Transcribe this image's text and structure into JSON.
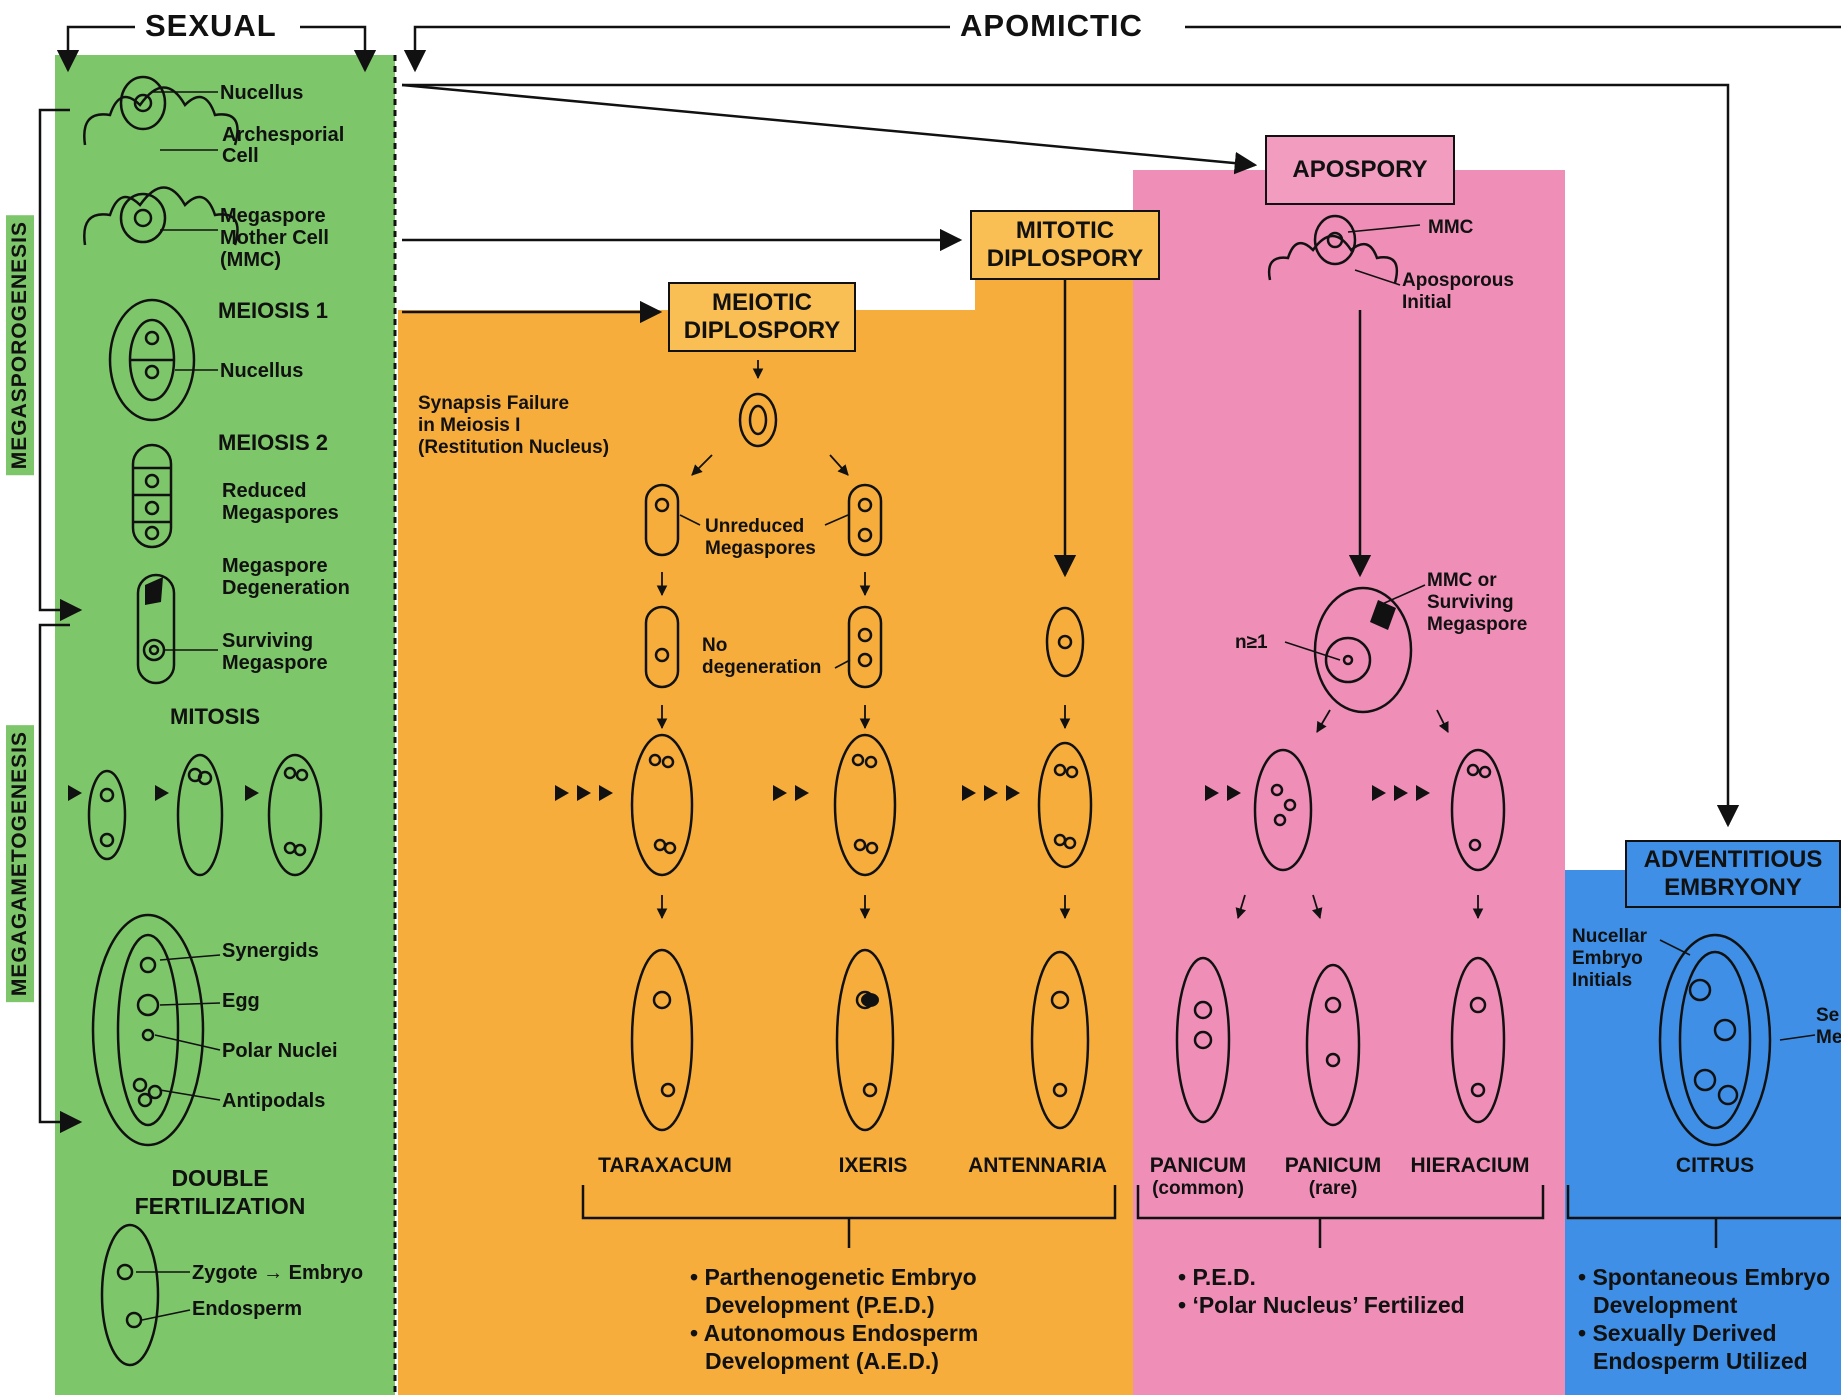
{
  "headers": {
    "sexual": "SEXUAL",
    "apomictic": "APOMICTIC"
  },
  "side_labels": {
    "megasporogenesis": "MEGASPOROGENESIS",
    "megagametogenesis": "MEGAGAMETOGENESIS"
  },
  "sexual": {
    "nucellus_1": "Nucellus",
    "archesporial_1": "Archesporial",
    "archesporial_2": "Cell",
    "mmc_1": "Megaspore",
    "mmc_2": "Mother Cell",
    "mmc_3": "(MMC)",
    "meiosis1": "MEIOSIS 1",
    "nucellus_2": "Nucellus",
    "meiosis2": "MEIOSIS 2",
    "reduced_1": "Reduced",
    "reduced_2": "Megaspores",
    "degen_1": "Megaspore",
    "degen_2": "Degeneration",
    "surv_1": "Surviving",
    "surv_2": "Megaspore",
    "mitosis": "MITOSIS",
    "synergids": "Synergids",
    "egg": "Egg",
    "polar": "Polar Nuclei",
    "antipodals": "Antipodals",
    "df_1": "DOUBLE",
    "df_2": "FERTILIZATION",
    "zygote": "Zygote → Embryo",
    "endosperm": "Endosperm"
  },
  "meiotic": {
    "title_1": "MEIOTIC",
    "title_2": "DIPLOSPORY",
    "synapsis_1": "Synapsis Failure",
    "synapsis_2": "in Meiosis I",
    "synapsis_3": "(Restitution Nucleus)",
    "unreduced_1": "Unreduced",
    "unreduced_2": "Megaspores",
    "nodegen_1": "No",
    "nodegen_2": "degeneration"
  },
  "mitotic": {
    "title_1": "MITOTIC",
    "title_2": "DIPLOSPORY"
  },
  "apospory": {
    "title": "APOSPORY",
    "mmc": "MMC",
    "apo_1": "Aposporous",
    "apo_2": "Initial",
    "mmcor_1": "MMC or",
    "mmcor_2": "Surviving",
    "mmcor_3": "Megaspore",
    "n": "n≥1"
  },
  "adventitious": {
    "title_1": "ADVENTITIOUS",
    "title_2": "EMBRYONY",
    "nucellar_1": "Nucellar",
    "nucellar_2": "Embryo",
    "nucellar_3": "Initials",
    "cut_1": "Se",
    "cut_2": "Me"
  },
  "genera": {
    "taraxacum": "TARAXACUM",
    "ixeris": "IXERIS",
    "antennaria": "ANTENNARIA",
    "panicum_c": "PANICUM",
    "panicum_c_sub": "(common)",
    "panicum_r": "PANICUM",
    "panicum_r_sub": "(rare)",
    "hieracium": "HIERACIUM",
    "citrus": "CITRUS"
  },
  "notes": {
    "orange_1": "• Parthenogenetic Embryo",
    "orange_2": "Development (P.E.D.)",
    "orange_3": "• Autonomous Endosperm",
    "orange_4": "Development (A.E.D.)",
    "pink_1": "• P.E.D.",
    "pink_2": "• ‘Polar Nucleus’ Fertilized",
    "blue_1": "• Spontaneous Embryo",
    "blue_2": "Development",
    "blue_3": "• Sexually Derived",
    "blue_4": "Endosperm Utilized"
  },
  "colors": {
    "green": "#7dc66a",
    "orange": "#f6ad3c",
    "pink": "#ef8fb7",
    "blue": "#3f8fe6",
    "box_orange": "#f9be54",
    "box_pink": "#f29cc0"
  }
}
